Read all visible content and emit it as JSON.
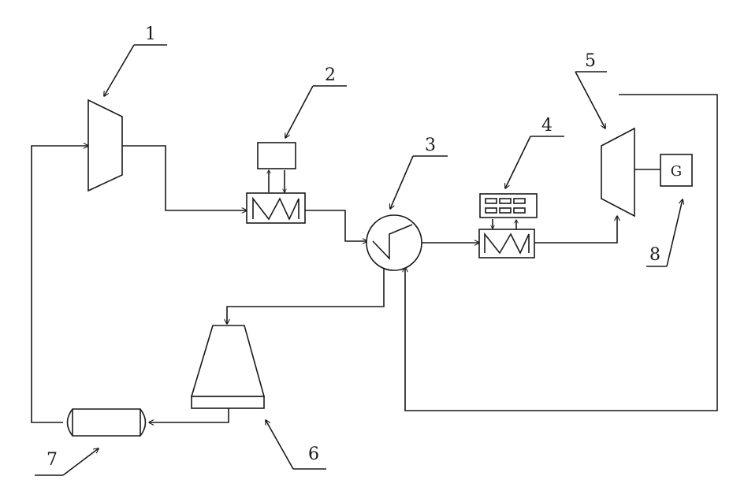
{
  "labels": {
    "n1": "1",
    "n2": "2",
    "n3": "3",
    "n4": "4",
    "n5": "5",
    "n6": "6",
    "n7": "7",
    "n8": "8",
    "generator": "G"
  },
  "colors": {
    "line": "#1a1a1a",
    "background": "#ffffff"
  }
}
